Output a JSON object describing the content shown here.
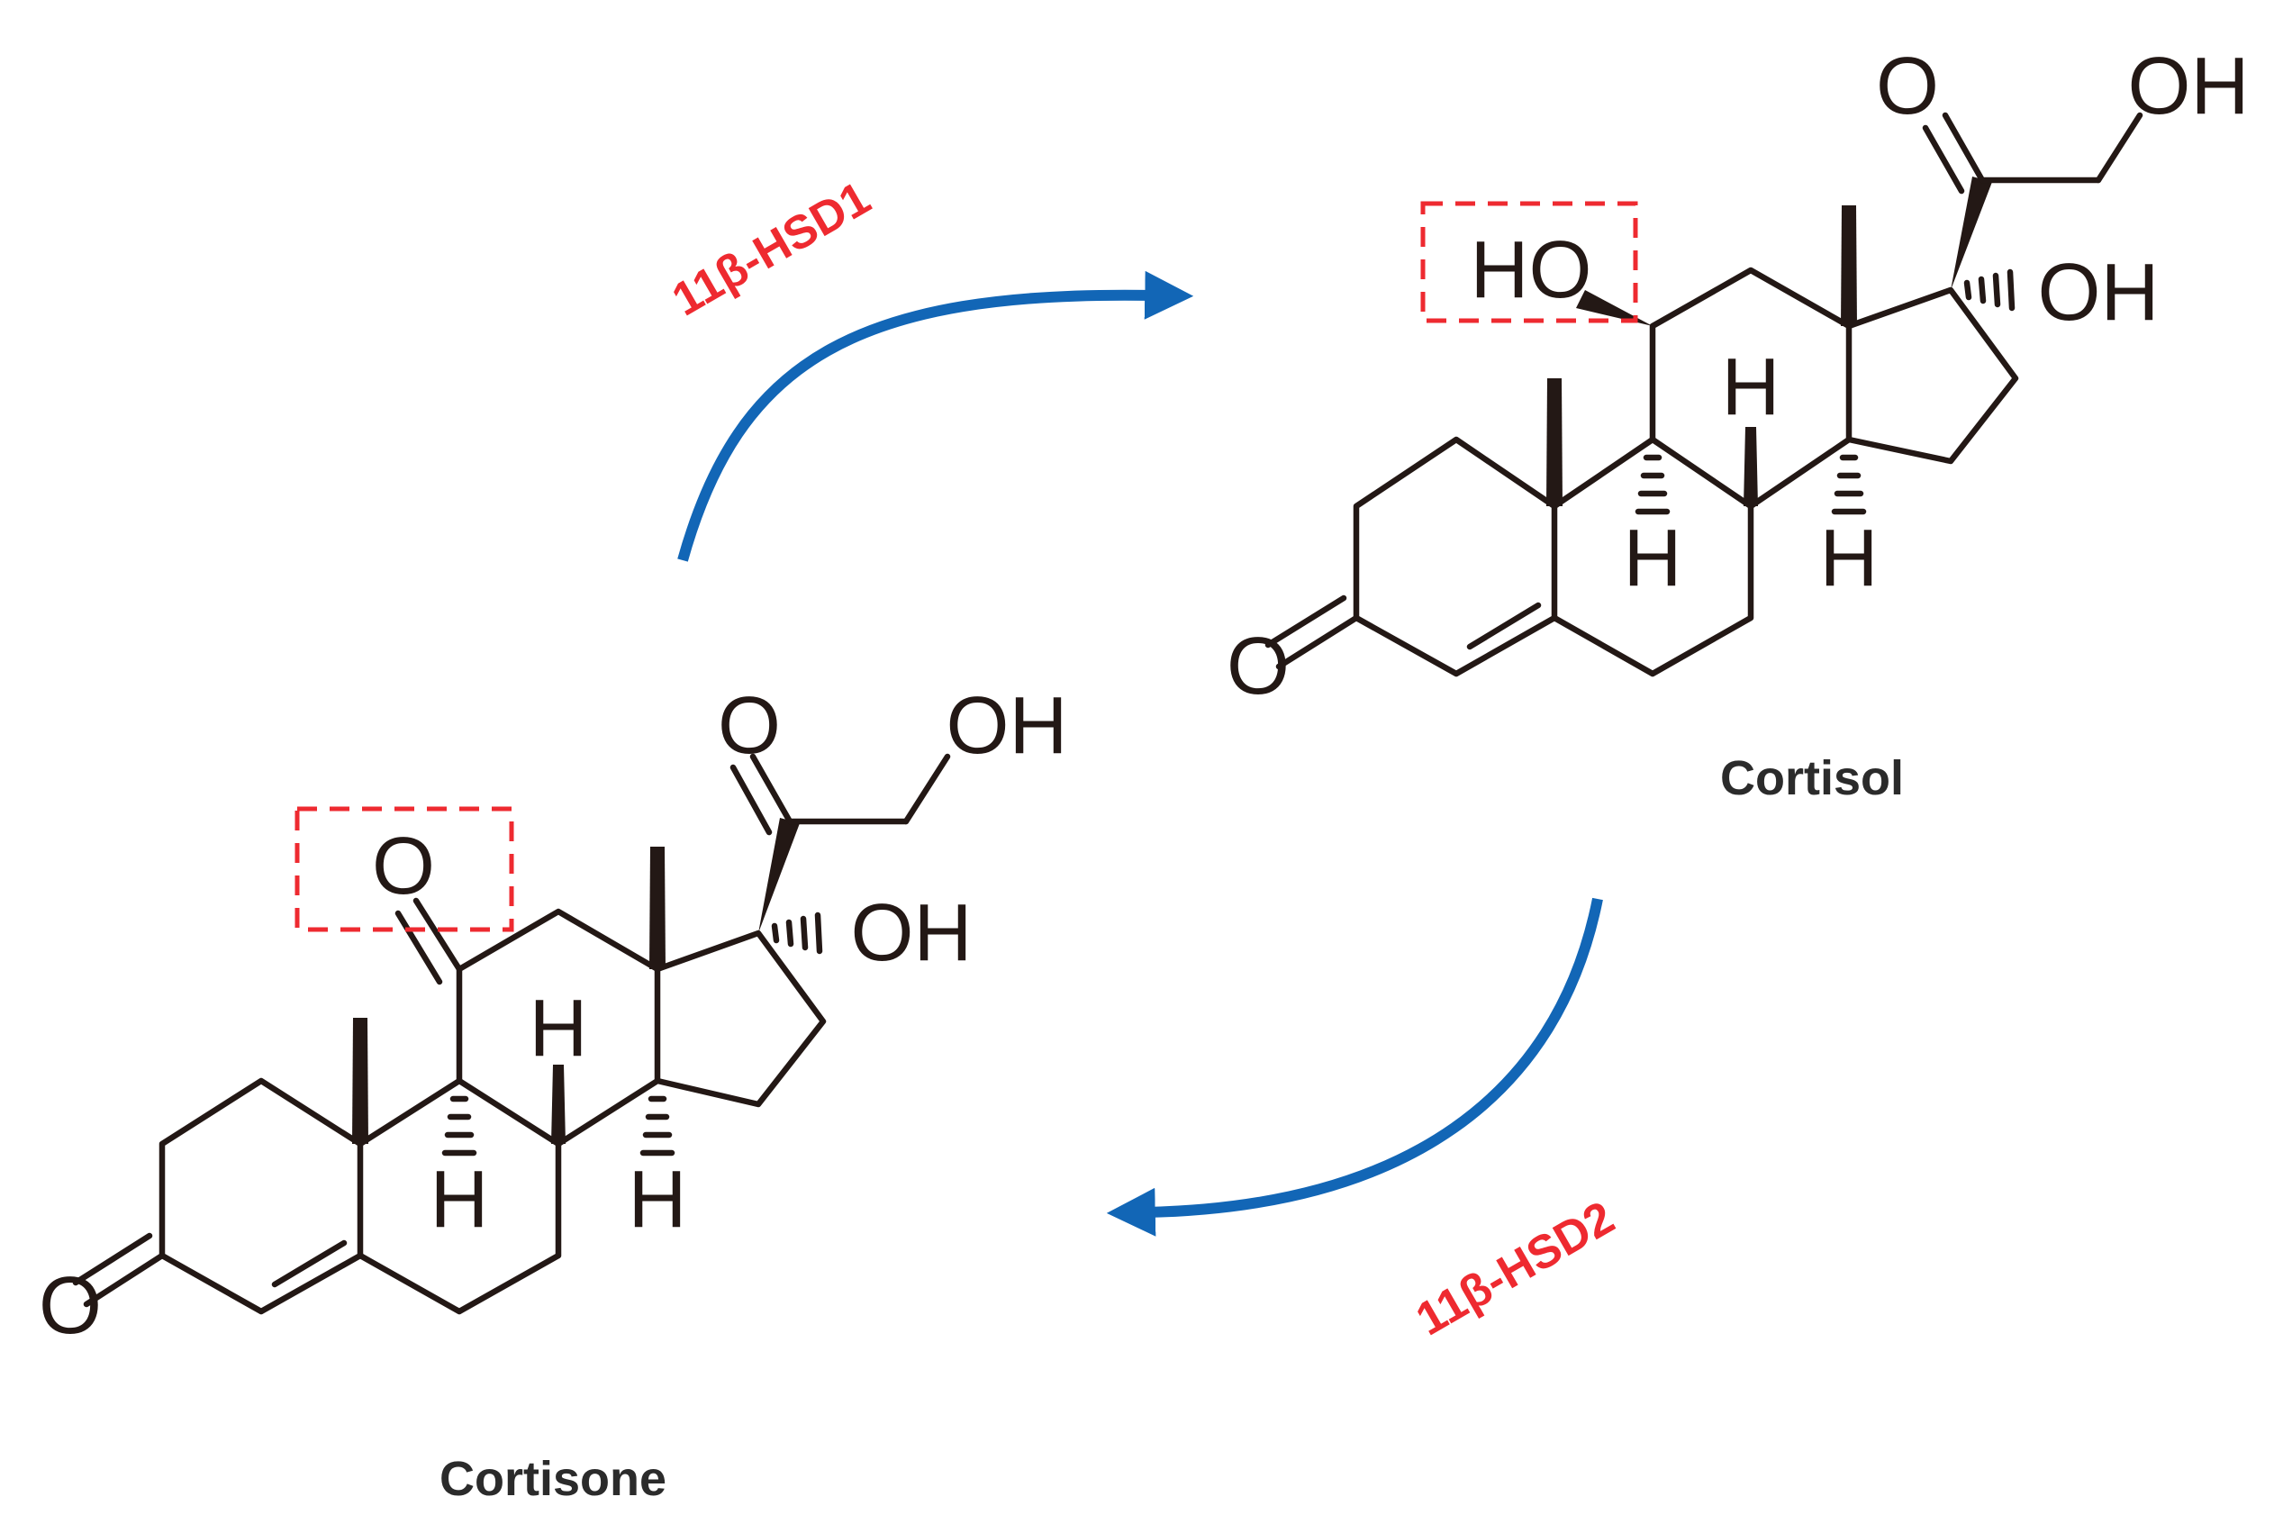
{
  "molecules": {
    "cortisol": {
      "name": "Cortisol",
      "labels": {
        "ketone_o": "O",
        "side_o": "O",
        "side_oh": "OH",
        "c17_oh": "OH",
        "c11_ho": "HO",
        "h8": "H",
        "h9": "H",
        "h14": "H",
        "ring_a_o": "O"
      }
    },
    "cortisone": {
      "name": "Cortisone",
      "labels": {
        "ketone_o": "O",
        "side_o": "O",
        "side_oh": "OH",
        "c17_oh": "OH",
        "c11_o": "O",
        "h8": "H",
        "h9": "H",
        "h14": "H",
        "ring_a_o": "O"
      }
    }
  },
  "enzymes": {
    "forward": "11β-HSD1",
    "reverse": "11β-HSD2"
  },
  "colors": {
    "bond": "#231815",
    "arrow": "#1266b6",
    "enzyme_text": "#ee2a30",
    "highlight_box": "#ee2a30",
    "molecule_name": "#2b2b2b"
  }
}
